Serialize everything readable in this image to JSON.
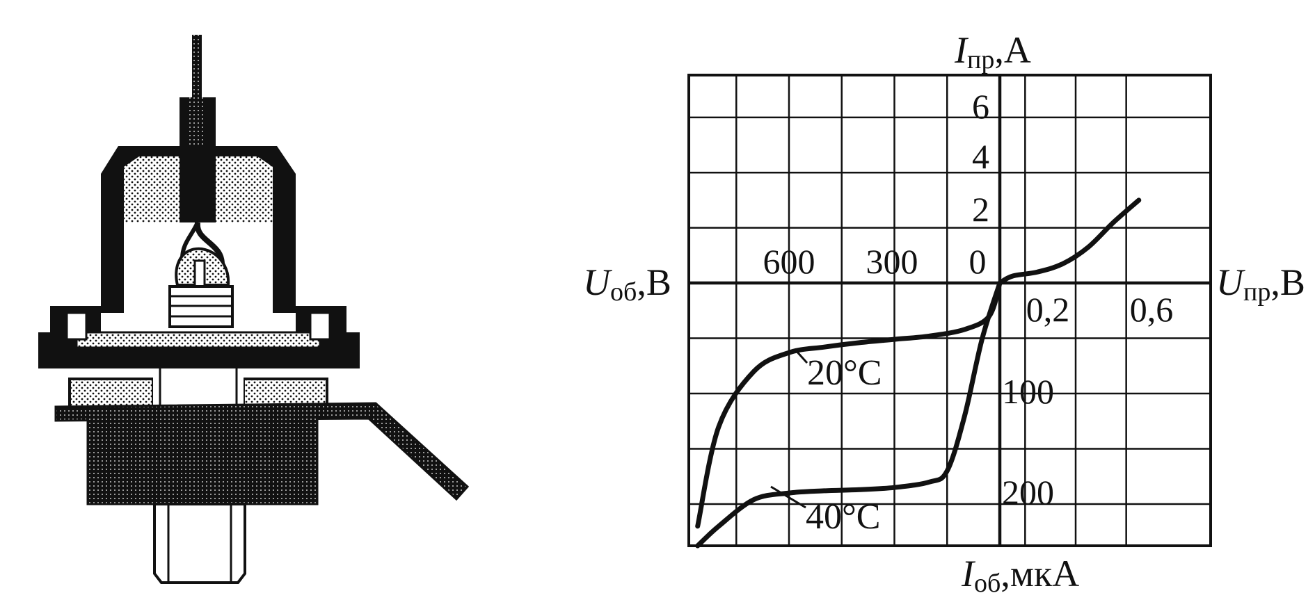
{
  "colors": {
    "ink": "#111111",
    "background": "#ffffff"
  },
  "device_drawing": {
    "description_icon": "diode-cross-section-icon"
  },
  "chart_data": {
    "type": "line",
    "axes": {
      "forward_current": {
        "symbol": "I",
        "subscript": "пр",
        "unit": ",А"
      },
      "reverse_voltage": {
        "symbol": "U",
        "subscript": "об",
        "unit": ",В"
      },
      "forward_voltage": {
        "symbol": "U",
        "subscript": "пр",
        "unit": ",В"
      },
      "reverse_current": {
        "symbol": "I",
        "subscript": "об",
        "unit": ",мкА"
      }
    },
    "ticks": {
      "forward_current": [
        "6",
        "4",
        "2"
      ],
      "reverse_voltage": [
        "600",
        "300",
        "0"
      ],
      "forward_voltage": [
        "0,2",
        "0,6"
      ],
      "reverse_current": [
        "100",
        "200"
      ]
    },
    "forward_branch": {
      "x_volts": [
        0,
        0.05,
        0.15,
        0.25,
        0.35,
        0.45,
        0.55
      ],
      "y_amps": [
        0,
        0.25,
        0.4,
        0.7,
        1.3,
        2.2,
        3.0
      ]
    },
    "series": [
      {
        "name": "20°C",
        "reverse_voltage_V": [
          0,
          30,
          100,
          200,
          300,
          400,
          500,
          600,
          700,
          800,
          860
        ],
        "reverse_current_uA": [
          0,
          30,
          42,
          48,
          51,
          54,
          58,
          63,
          80,
          130,
          220
        ]
      },
      {
        "name": "40°C",
        "reverse_voltage_V": [
          0,
          50,
          100,
          150,
          200,
          300,
          400,
          500,
          600,
          700,
          800,
          860
        ],
        "reverse_current_uA": [
          0,
          50,
          120,
          170,
          180,
          185,
          187,
          188,
          190,
          196,
          220,
          245
        ]
      }
    ]
  }
}
